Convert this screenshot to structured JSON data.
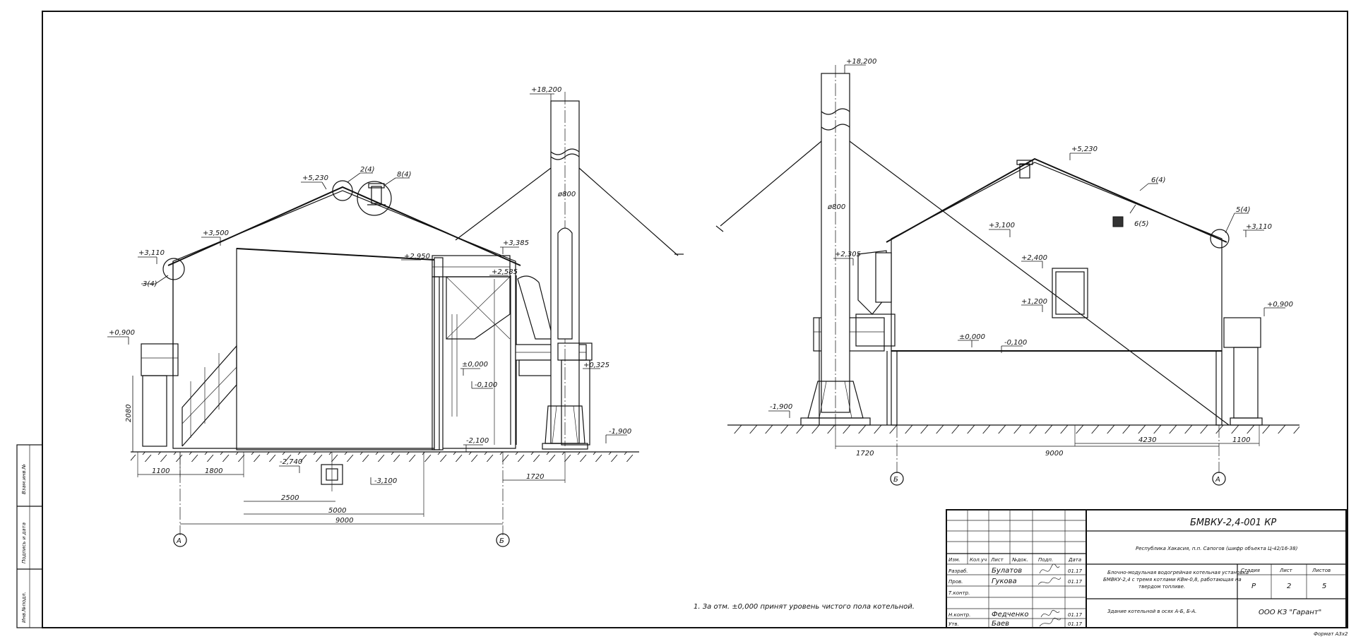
{
  "elevations": {
    "left_stack_top": "+18,200",
    "left_ridge": "+5,230",
    "left_eave_low": "+3,500",
    "left_eave_left": "+3,110",
    "left_canopy": "+2,950",
    "left_upper_right": "+3,385",
    "left_mid_right": "+2,585",
    "left_platform": "+0,900",
    "left_zero": "±0,000",
    "left_minus01": "-0,100",
    "left_minus21": "-2,100",
    "left_minus19": "-1,900",
    "left_minus274": "-2,740",
    "left_minus31": "-3,100",
    "left_0325": "+0,325",
    "left_diameter": "ø800",
    "right_stack_top": "+18,200",
    "right_ridge": "+5,230",
    "right_eave_right": "+3,110",
    "right_upper": "+3,100",
    "right_cyclone": "+2,305",
    "right_window_top": "+2,400",
    "right_window_bottom": "+1,200",
    "right_platform": "+0,900",
    "right_zero": "±0,000",
    "right_minus01": "-0,100",
    "right_minus19": "-1,900",
    "right_diameter": "ø800"
  },
  "callouts": {
    "c1": "2(4)",
    "c2": "8(4)",
    "c3": "3(4)",
    "c4": "6(4)",
    "c5": "6(5)",
    "c6": "5(4)"
  },
  "dimensions": {
    "d1100": "1100",
    "d1800": "1800",
    "d2500": "2500",
    "d5000": "5000",
    "d9000": "9000",
    "d1720": "1720",
    "d2080": "2080",
    "r1720": "1720",
    "r9000": "9000",
    "r4230": "4230",
    "r1100": "1100"
  },
  "axes": {
    "a": "А",
    "b": "Б"
  },
  "note": "1. За отм. ±0,000 принят уровень чистого пола котельной.",
  "side_stamp": {
    "inv": "Инв.№подл.",
    "sign": "Подпись и дата",
    "vz": "Взам.инв.№"
  },
  "title_block": {
    "code": "БМВКУ-2,4-001 КР",
    "location": "Республика Хакасия, п.п. Сапогов (шифр объекта Ц-42/16-38)",
    "object_lines": [
      "Блочно-модульная водогрейная котельная установка",
      "БМВКУ-2,4 с тремя котлами КВм-0,8, работающая на",
      "твердом топливе."
    ],
    "sheet_title": "Здание котельной в осях А-Б, Б-А.",
    "col_headers": [
      "Изм.",
      "Кол.уч",
      "Лист",
      "№док.",
      "Подп.",
      "Дата"
    ],
    "staff": [
      {
        "role": "Разраб.",
        "name": "Булатов",
        "date": "01.17"
      },
      {
        "role": "Пров.",
        "name": "Гукова",
        "date": "01.17"
      },
      {
        "role": "Т.контр.",
        "name": "",
        "date": ""
      },
      {
        "role": "",
        "name": "",
        "date": ""
      },
      {
        "role": "Н.контр.",
        "name": "Федченко",
        "date": "01.17"
      },
      {
        "role": "Утв.",
        "name": "Баев",
        "date": "01.17"
      }
    ],
    "stage_label": "Стадия",
    "sheet_label": "Лист",
    "sheets_label": "Листов",
    "stage": "Р",
    "sheet": "2",
    "sheets": "5",
    "company": "ООО КЗ \"Гарант\"",
    "format": "Формат А3х2"
  }
}
